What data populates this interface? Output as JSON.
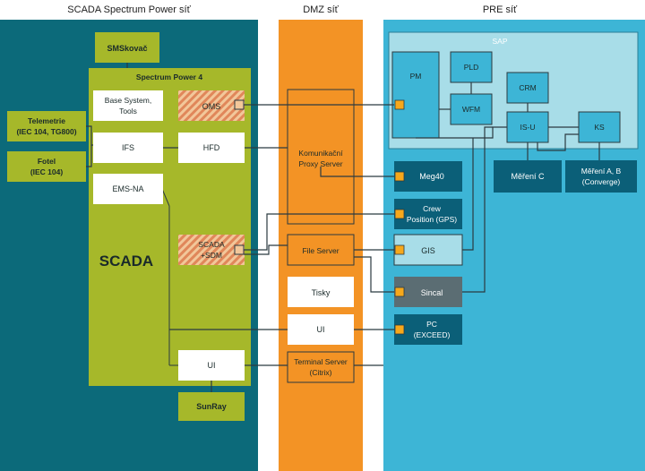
{
  "colors": {
    "scada_bg": "#0c6a7a",
    "dmz_bg": "#f39325",
    "pre_bg": "#3db5d6",
    "sap_bg": "#a8dde8",
    "olive": "#a6b82a",
    "white_box": "#ffffff",
    "dark_box": "#0b5f78",
    "light_box": "#a8dde8",
    "gray_box": "#5b6d73",
    "orange_box": "#f39325",
    "connector": "#f7a81b",
    "line": "#2b3a40"
  },
  "zones": {
    "scada": "SCADA Spectrum Power síť",
    "dmz": "DMZ síť",
    "pre": "PRE síť"
  },
  "scada": {
    "smskovac": "SMSkovač",
    "spectrum_title": "Spectrum Power 4",
    "base_system_1": "Base System,",
    "base_system_2": "Tools",
    "oms": "OMS",
    "ifs": "IFS",
    "hfd": "HFD",
    "ems_na": "EMS-NA",
    "scada_sdm_1": "SCADA",
    "scada_sdm_2": "+SDM",
    "scada_big": "SCADA",
    "ui": "UI",
    "sunray": "SunRay",
    "telemetrie_1": "Telemetrie",
    "telemetrie_2": "(IEC 104, TG800)",
    "fotel_1": "Fotel",
    "fotel_2": "(IEC 104)"
  },
  "dmz": {
    "proxy_1": "Komunikační",
    "proxy_2": "Proxy Server",
    "file_server": "File Server",
    "tisky": "Tisky",
    "ui": "UI",
    "terminal_1": "Terminal Server",
    "terminal_2": "(Citrix)"
  },
  "pre": {
    "sap": "SAP",
    "pm": "PM",
    "pld": "PLD",
    "wfm": "WFM",
    "crm": "CRM",
    "isu": "IS-U",
    "ks": "KS",
    "mereni_c": "Měření C",
    "mereni_ab_1": "Měření A, B",
    "mereni_ab_2": "(Converge)",
    "meg40": "Meg40",
    "crew_1": "Crew",
    "crew_2": "Position (GPS)",
    "gis": "GIS",
    "sincal": "Sincal",
    "pc_1": "PC",
    "pc_2": "(EXCEED)"
  }
}
